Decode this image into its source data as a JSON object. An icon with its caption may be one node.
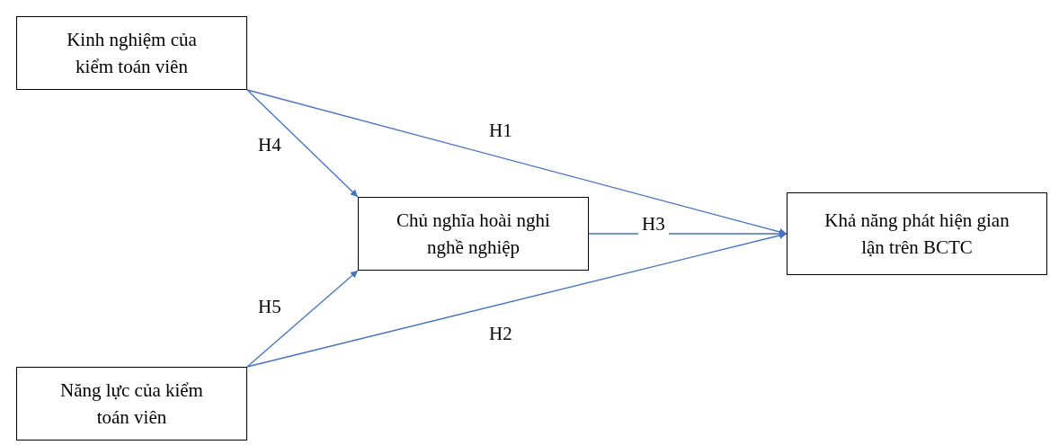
{
  "diagram": {
    "nodes": [
      {
        "text": [
          "Kinh nghiệm của kiểm toán viên"
        ]
      },
      {
        "text": [
          "Năng lực của kiểm toán viên"
        ]
      },
      {
        "text": [
          "Chủ nghĩa hoài nghi nghề nghiệp"
        ]
      },
      {
        "text": [
          "Khả năng phát hiện gian lận trên BCTC"
        ]
      }
    ],
    "edges": [
      {
        "from": 0,
        "to": 3,
        "arrow": "to",
        "label": "H1"
      },
      {
        "from": 1,
        "to": 3,
        "arrow": "to",
        "label": "H2"
      },
      {
        "from": 2,
        "to": 3,
        "arrow": "to",
        "label": "H3"
      },
      {
        "from": 0,
        "to": 2,
        "arrow": "to",
        "label": "H4"
      },
      {
        "from": 1,
        "to": 2,
        "arrow": "to",
        "label": "H5"
      }
    ]
  }
}
